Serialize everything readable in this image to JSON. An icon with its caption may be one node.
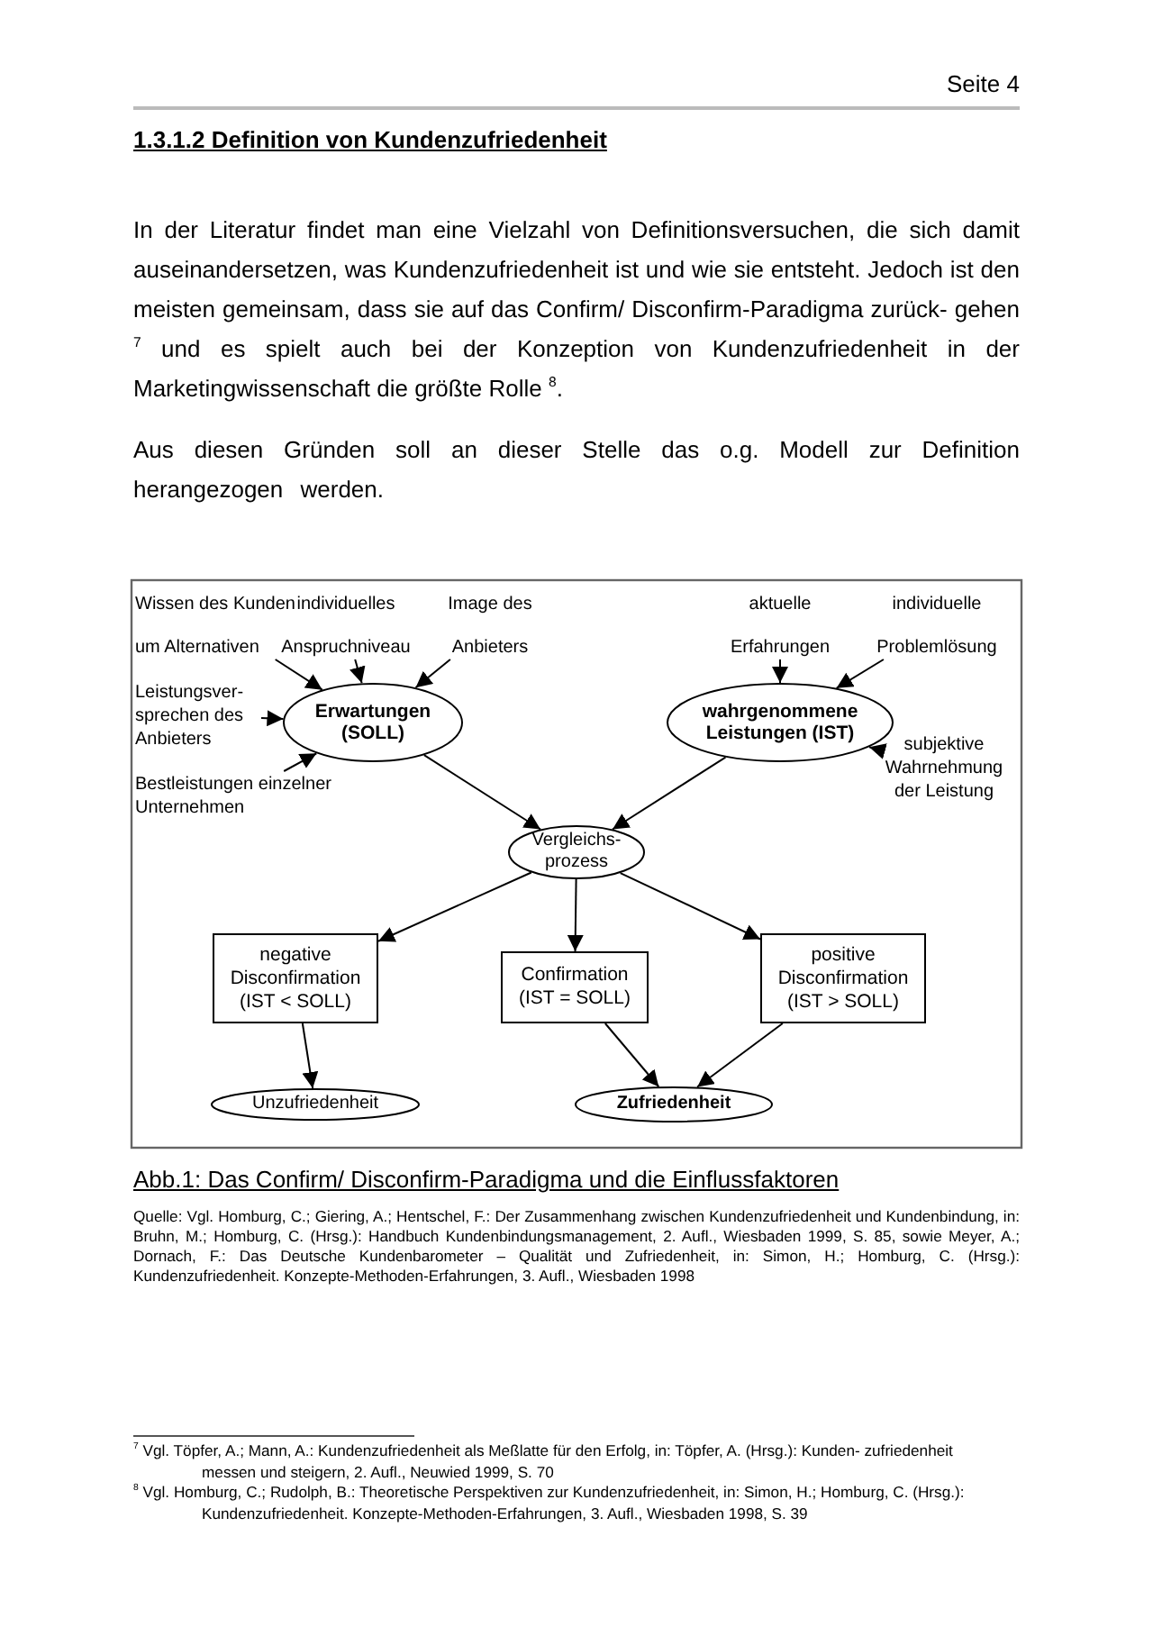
{
  "diagram": {
    "title": "1.3.1.2 Definition von Kundenzufriedenheit",
    "caption": "Abb.1: Das Confirm/ Disconfirm-Paradigma und die Einflussfaktoren",
    "nodes": [
      {
        "text": [
          "Wissen des Kunden um Alternativen"
        ]
      },
      {
        "text": [
          "individuelles Anspruchniveau"
        ]
      },
      {
        "text": [
          "Image des Anbieters"
        ]
      },
      {
        "text": [
          "aktuelle Erfahrungen"
        ]
      },
      {
        "text": [
          "individuelle Problemlösung"
        ]
      },
      {
        "text": [
          "Leistungsver- sprechen des Anbieters"
        ]
      },
      {
        "text": [
          "Erwartungen (SOLL)"
        ]
      },
      {
        "text": [
          "wahrgenommene Leistungen (IST)"
        ]
      },
      {
        "text": [
          "subjektive Wahrnehmung der Leistung"
        ]
      },
      {
        "text": [
          "Bestleistungen einzelner Unternehmen"
        ]
      },
      {
        "text": [
          "Vergleichs- prozess"
        ]
      },
      {
        "text": [
          "negative Disconfirmation (IST < SOLL)"
        ]
      },
      {
        "text": [
          "Confirmation (IST = SOLL)"
        ]
      },
      {
        "text": [
          "positive Disconfirmation (IST > SOLL)"
        ]
      },
      {
        "text": [
          "Unzufriedenheit"
        ]
      },
      {
        "text": [
          "Zufriedenheit"
        ]
      }
    ],
    "edges": [
      {
        "from": 0,
        "to": 6,
        "arrow": "to"
      },
      {
        "from": 1,
        "to": 6,
        "arrow": "to"
      },
      {
        "from": 2,
        "to": 6,
        "arrow": "to"
      },
      {
        "from": 5,
        "to": 6,
        "arrow": "to"
      },
      {
        "from": 9,
        "to": 6,
        "arrow": "to"
      },
      {
        "from": 3,
        "to": 7,
        "arrow": "to"
      },
      {
        "from": 4,
        "to": 7,
        "arrow": "to"
      },
      {
        "from": 8,
        "to": 7,
        "arrow": "to"
      },
      {
        "from": 6,
        "to": 10,
        "arrow": "to"
      },
      {
        "from": 7,
        "to": 10,
        "arrow": "to"
      },
      {
        "from": 10,
        "to": 11,
        "arrow": "to"
      },
      {
        "from": 10,
        "to": 12,
        "arrow": "to"
      },
      {
        "from": 10,
        "to": 13,
        "arrow": "to"
      },
      {
        "from": 11,
        "to": 14,
        "arrow": "to"
      },
      {
        "from": 12,
        "to": 15,
        "arrow": "to"
      },
      {
        "from": 13,
        "to": 15,
        "arrow": "to"
      }
    ],
    "labels": [
      "Seite 4",
      "In der Literatur findet man eine Vielzahl von Definitionsversuchen, die sich damit auseinandersetzen, was Kundenzufriedenheit ist und wie sie entsteht. Jedoch ist den meisten gemeinsam, dass sie auf das Confirm/ Disconfirm-Paradigma zurück- gehen $^{7}$ und es spielt auch bei der Konzeption von Kundenzufriedenheit in der Marketingwissenschaft die größte Rolle $^{8}$.",
      "Aus diesen Gründen soll an dieser Stelle das o.g. Modell zur Definition herangezogen werden.",
      "Quelle: Vgl. Homburg, C.; Giering, A.; Hentschel, F.: Der Zusammenhang zwischen Kundenzufriedenheit und Kundenbindung, in: Bruhn, M.; Homburg, C. (Hrsg.): Handbuch Kundenbindungsmanagement, 2. Aufl., Wiesbaden 1999, S. 85, sowie Meyer, A.; Dornach, F.: Das Deutsche Kundenbarometer – Qualität und Zufriedenheit, in: Simon, H.; Homburg, C. (Hrsg.): Kundenzufriedenheit. Konzepte-Methoden-Erfahrungen, 3. Aufl., Wiesbaden 1998",
      "$^{7}$ Vgl. Töpfer, A.; Mann, A.: Kundenzufriedenheit als Meßlatte für den Erfolg, in: Töpfer, A. (Hrsg.): Kunden- zufriedenheit messen und steigern, 2. Aufl., Neuwied 1999, S. 70",
      "$^{8}$ Vgl. Homburg, C.; Rudolph, B.: Theoretische Perspektiven zur Kundenzufriedenheit, in: Simon, H.; Homburg, C. (Hrsg.): Kundenzufriedenheit. Konzepte-Methoden-Erfahrungen, 3. Aufl., Wiesbaden 1998, S. 39"
    ]
  }
}
